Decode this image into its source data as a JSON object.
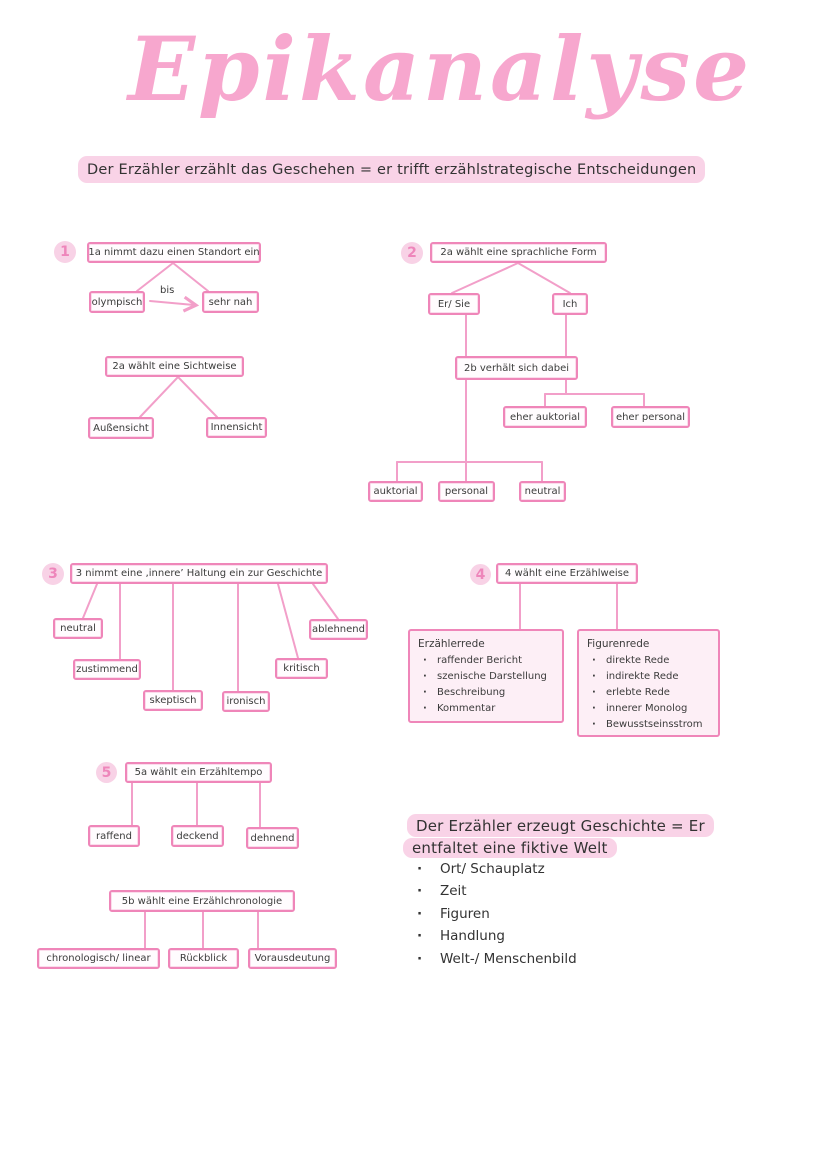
{
  "title": "Epikanalyse",
  "subtitle": "Der Erzähler erzählt das Geschehen = er trifft erzählstrategische Entscheidungen",
  "diagram1": {
    "number": "1",
    "root": "1a nimmt dazu einen Standort ein",
    "left": "olympisch",
    "edge_label": "bis",
    "right": "sehr nah"
  },
  "sichtweise": {
    "root": "2a wählt eine Sichtweise",
    "left": "Außensicht",
    "right": "Innensicht"
  },
  "diagram2": {
    "number": "2",
    "root": "2a wählt eine sprachliche Form",
    "er_sie": "Er/ Sie",
    "ich": "Ich",
    "mid": "2b verhält sich dabei",
    "eher_auktorial": "eher auktorial",
    "eher_personal": "eher personal",
    "auktorial": "auktorial",
    "personal": "personal",
    "neutral": "neutral"
  },
  "diagram3": {
    "number": "3",
    "root": "3 nimmt eine ‚innere’ Haltung ein zur Geschichte",
    "children": [
      "neutral",
      "zustimmend",
      "skeptisch",
      "ironisch",
      "kritisch",
      "ablehnend"
    ]
  },
  "diagram4": {
    "number": "4",
    "root": "4 wählt eine Erzählweise",
    "erzaehlerrede_title": "Erzählerrede",
    "erzaehlerrede_items": [
      "raffender Bericht",
      "szenische Darstellung",
      "Beschreibung",
      "Kommentar"
    ],
    "figurenrede_title": "Figurenrede",
    "figurenrede_items": [
      "direkte Rede",
      "indirekte Rede",
      "erlebte Rede",
      "innerer Monolog",
      "Bewusstseinsstrom"
    ]
  },
  "diagram5a": {
    "number": "5",
    "root": "5a wählt ein Erzähltempo",
    "children": [
      "raffend",
      "deckend",
      "dehnend"
    ]
  },
  "diagram5b": {
    "root": "5b wählt eine Erzählchronologie",
    "children": [
      "chronologisch/ linear",
      "Rückblick",
      "Vorausdeutung"
    ]
  },
  "summary": {
    "heading_line1": "Der Erzähler erzeugt Geschichte = Er",
    "heading_line2": "entfaltet eine fiktive Welt",
    "items": [
      "Ort/ Schauplatz",
      "Zeit",
      "Figuren",
      "Handlung",
      "Welt-/ Menschenbild"
    ]
  },
  "colors": {
    "box_border_pink": "#ef86b9",
    "connector_pink": "#f29fc9",
    "title_pink": "#f7a7ce",
    "highlight_pink": "#f9d3e7",
    "light_fill_pink": "#fdeff6",
    "number_circle_fill": "#f8d2e6",
    "number_text": "#ee86bb",
    "body_text": "#3b3b3b"
  }
}
